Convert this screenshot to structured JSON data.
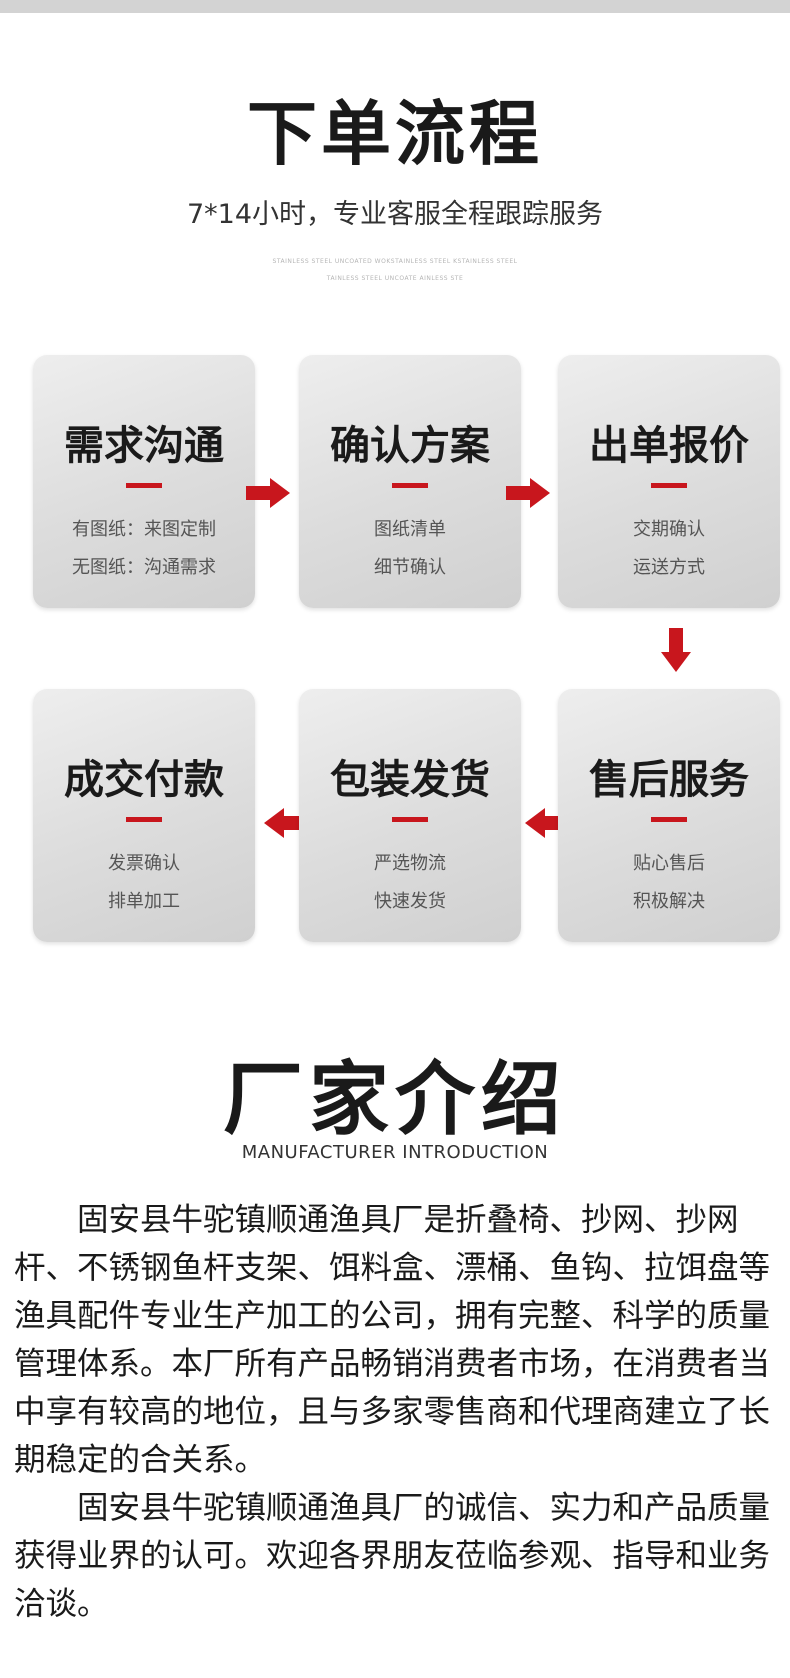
{
  "order_section": {
    "title": "下单流程",
    "subtitle": "7*14小时，专业客服全程跟踪服务",
    "decor_line1": "STAINLESS STEEL UNCOATED WOKSTAINLESS STEEL KSTAINLESS STEEL",
    "decor_line2": "TAINLESS STEEL UNCOATE AINLESS STE"
  },
  "steps": [
    {
      "title": "需求沟通",
      "line1": "有图纸：来图定制",
      "line2": "无图纸：沟通需求"
    },
    {
      "title": "确认方案",
      "line1": "图纸清单",
      "line2": "细节确认"
    },
    {
      "title": "出单报价",
      "line1": "交期确认",
      "line2": "运送方式"
    },
    {
      "title": "成交付款",
      "line1": "发票确认",
      "line2": "排单加工"
    },
    {
      "title": "包装发货",
      "line1": "严选物流",
      "line2": "快速发货"
    },
    {
      "title": "售后服务",
      "line1": "贴心售后",
      "line2": "积极解决"
    }
  ],
  "colors": {
    "accent": "#c8161d",
    "card": "#dcdcdc",
    "top_bar": "#d3d3d3"
  },
  "manufacturer": {
    "title": "厂家介绍",
    "subtitle_en": "MANUFACTURER INTRODUCTION",
    "paragraph1": "固安县牛驼镇顺通渔具厂是折叠椅、抄网、抄网杆、不锈钢鱼杆支架、饵料盒、漂桶、鱼钩、拉饵盘等渔具配件专业生产加工的公司，拥有完整、科学的质量管理体系。本厂所有产品畅销消费者市场，在消费者当中享有较高的地位，且与多家零售商和代理商建立了长期稳定的合关系。",
    "paragraph2": "固安县牛驼镇顺通渔具厂的诚信、实力和产品质量获得业界的认可。欢迎各界朋友莅临参观、指导和业务洽谈。"
  }
}
